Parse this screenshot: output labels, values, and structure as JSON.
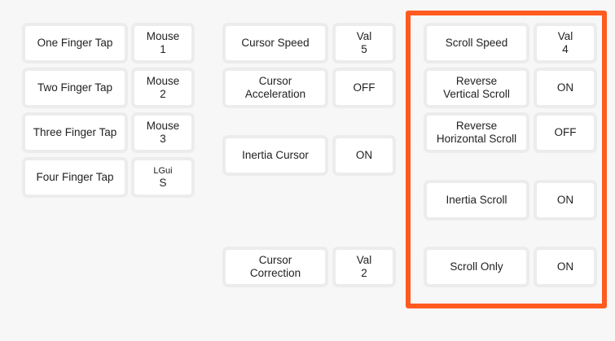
{
  "taps": [
    {
      "label": "One Finger Tap",
      "value_line1": "Mouse",
      "value_line2": "1"
    },
    {
      "label": "Two Finger Tap",
      "value_line1": "Mouse",
      "value_line2": "2"
    },
    {
      "label": "Three Finger Tap",
      "value_line1": "Mouse",
      "value_line2": "3"
    },
    {
      "label": "Four Finger Tap",
      "value_line1": "LGui",
      "value_line2": "S"
    }
  ],
  "cursor": {
    "speed": {
      "label": "Cursor Speed",
      "value_line1": "Val",
      "value_line2": "5"
    },
    "acceleration": {
      "label_line1": "Cursor",
      "label_line2": "Acceleration",
      "value": "OFF"
    },
    "inertia": {
      "label": "Inertia Cursor",
      "value": "ON"
    },
    "correction": {
      "label_line1": "Cursor",
      "label_line2": "Correction",
      "value_line1": "Val",
      "value_line2": "2"
    }
  },
  "scroll": {
    "speed": {
      "label": "Scroll Speed",
      "value_line1": "Val",
      "value_line2": "4"
    },
    "reverse_vertical": {
      "label_line1": "Reverse",
      "label_line2": "Vertical Scroll",
      "value": "ON"
    },
    "reverse_horizontal": {
      "label_line1": "Reverse",
      "label_line2": "Horizontal Scroll",
      "value": "OFF"
    },
    "inertia": {
      "label": "Inertia Scroll",
      "value": "ON"
    },
    "only": {
      "label": "Scroll Only",
      "value": "ON"
    }
  },
  "highlight_color": "#ff5a1f"
}
